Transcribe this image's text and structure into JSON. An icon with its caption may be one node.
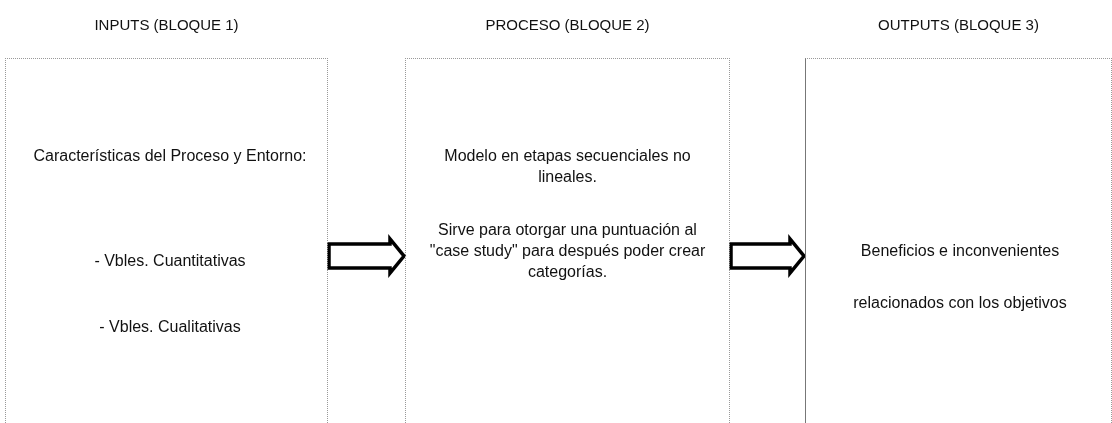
{
  "diagram": {
    "nodes": [
      {
        "text": [
          "INPUTS (BLOQUE 1)",
          "Características del Proceso y Entorno:",
          "- Vbles. Cuantitativas",
          "- Vbles. Cualitativas"
        ]
      },
      {
        "text": [
          "PROCESO (BLOQUE 2)",
          "Modelo en etapas secuenciales no lineales.",
          "Sirve para otorgar una puntuación al \"case study\" para después poder crear categorías."
        ]
      },
      {
        "text": [
          "OUTPUTS (BLOQUE 3)",
          "Beneficios e inconvenientes",
          "relacionados con los objetivos"
        ]
      }
    ],
    "edges": [
      {
        "from": 0,
        "to": 1,
        "arrow": "to"
      },
      {
        "from": 1,
        "to": 2,
        "arrow": "to"
      }
    ]
  }
}
